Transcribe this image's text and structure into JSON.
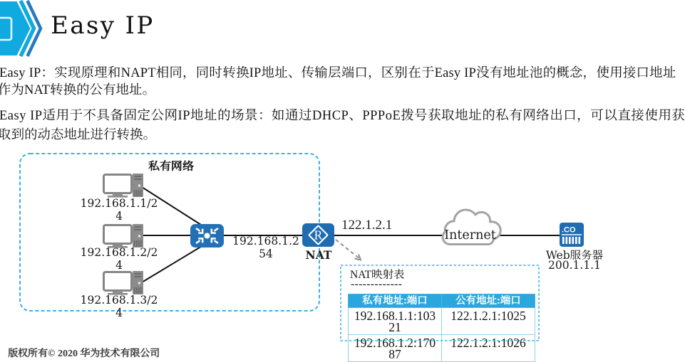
{
  "slide": {
    "title": "Easy IP"
  },
  "bullets": [
    {
      "lines": [
        "Easy IP：实现原理和NAPT相同，同时转换IP地址、传输层端口，区别在于Easy IP没有地址池的概念，使用接口地址",
        "作为NAT转换的公有地址。"
      ]
    },
    {
      "lines": [
        "Easy IP适用于不具备固定公网IP地址的场景：如通过DHCP、PPPoE拨号获取地址的私有网络出口，可以直接使用获",
        "取到的动态地址进行转换。"
      ]
    }
  ],
  "diagram": {
    "private_network_label": "私有网络",
    "hosts": [
      {
        "ip": "192.168.1.1/24"
      },
      {
        "ip": "192.168.1.2/24"
      },
      {
        "ip": "192.168.1.3/24"
      }
    ],
    "gateway_ip": "192.168.1.254",
    "nat_device_label": "NAT",
    "nat_public_ip": "122.1.2.1",
    "internet_label": "Internet",
    "web_server_label": "Web服务器",
    "web_server_ip": "200.1.1.1"
  },
  "nat_table": {
    "title": "NAT映射表",
    "divider": "-------------",
    "columns": [
      "私有地址:端口",
      "公有地址:端口"
    ],
    "rows": [
      [
        "192.168.1.1:10321",
        "122.1.2.1:1025"
      ],
      [
        "192.168.1.2:17087",
        "122.1.2.1:1026"
      ]
    ]
  },
  "footer": {
    "copyright": "版权所有© 2020 华为技术有限公司"
  },
  "colors": {
    "accent_cyan": "#10a9e0",
    "device_blue": "#2370b2",
    "dashed_border_blue": "#3fafdf",
    "table_header_bg": "#2aa7dc",
    "line_black": "#1a1a1a",
    "cloud_gray": "#a3a3a3"
  }
}
